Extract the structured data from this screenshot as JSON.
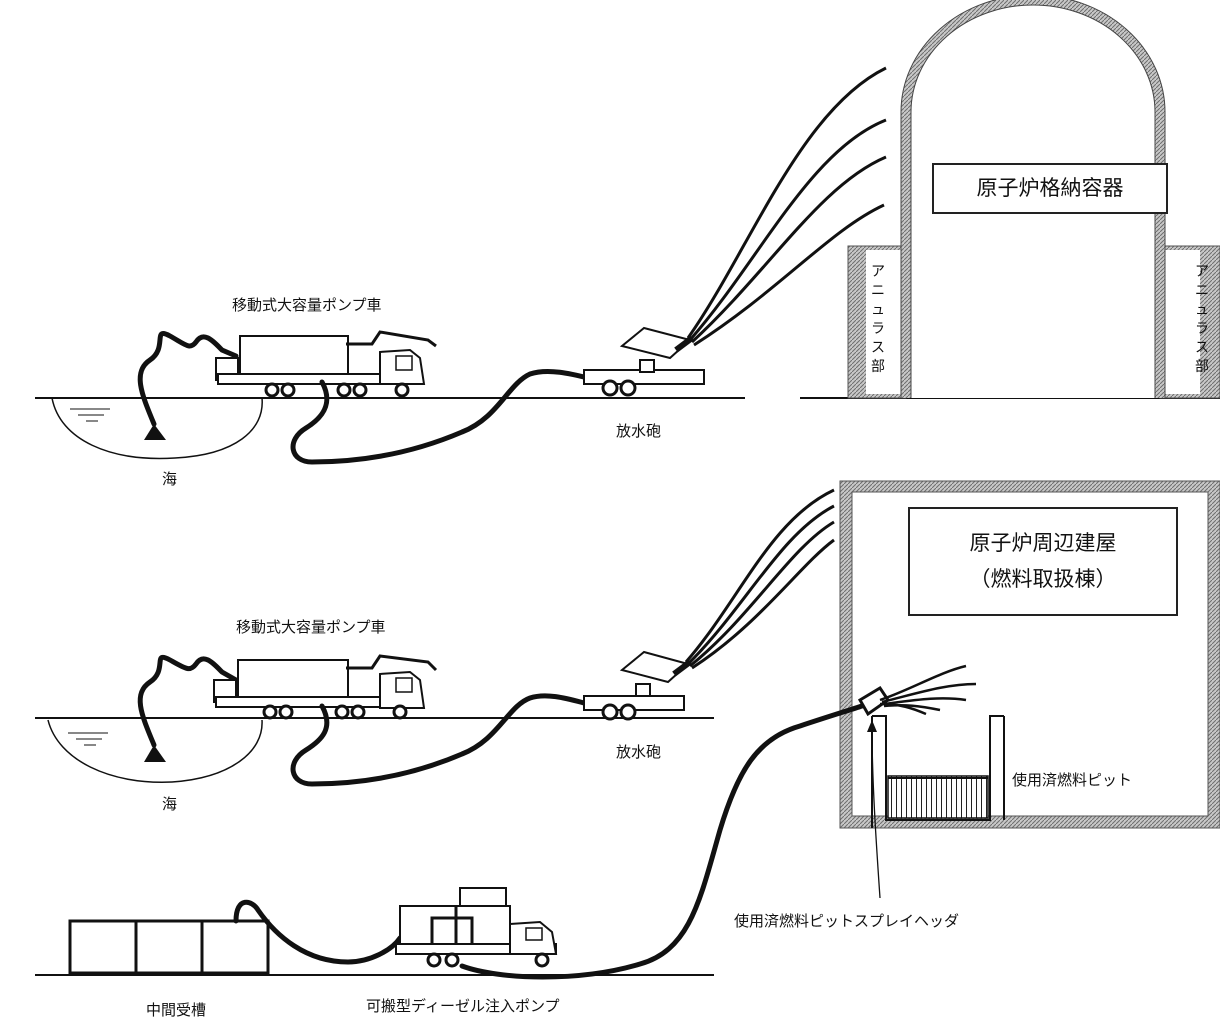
{
  "scene_top": {
    "pump_truck_label": "移動式大容量ポンプ車",
    "sea_label": "海",
    "water_cannon_label": "放水砲",
    "containment_label": "原子炉格納容器",
    "annulus_left_label": "アニュラス部",
    "annulus_right_label": "アニュラス部"
  },
  "scene_middle": {
    "pump_truck_label": "移動式大容量ポンプ車",
    "sea_label": "海",
    "water_cannon_label": "放水砲",
    "building_label_line1": "原子炉周辺建屋",
    "building_label_line2": "（燃料取扱棟）",
    "spent_fuel_pit_label": "使用済燃料ピット"
  },
  "scene_bottom": {
    "intermediate_tank_label": "中間受槽",
    "diesel_pump_label": "可搬型ディーゼル注入ポンプ",
    "spray_header_label": "使用済燃料ピットスプレイヘッダ"
  },
  "colors": {
    "line": "#111111",
    "hatched_border": "#9a9a9a",
    "background": "#ffffff"
  }
}
